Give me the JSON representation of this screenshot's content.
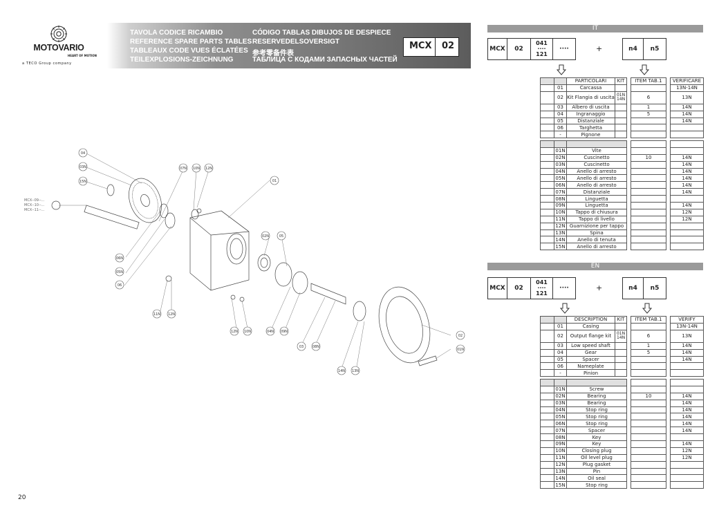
{
  "logo": {
    "name": "MOTOVARIO",
    "tagline": "HEART OF MOTION",
    "company": "a TECO Group company"
  },
  "header": {
    "lines_left": [
      "TAVOLA CODICE RICAMBIO",
      "REFERENCE SPARE PARTS TABLES",
      "TABLEAUX CODE VUES ÉCLATÉES",
      "TEILEXPLOSIONS-ZEICHNUNG"
    ],
    "lines_right": [
      "CÓDIGO TABLAS DIBUJOS DE DESPIECE",
      "RESERVEDELSOVERSIGT",
      "参考零备件表",
      "ТАБЛИЦА С КОДАМИ ЗАПАСНЫХ ЧАСТЕЙ"
    ],
    "code_a": "MCX",
    "code_b": "02"
  },
  "code_row": {
    "a": "MCX",
    "b": "02",
    "c_top": "041",
    "c_mid": "····",
    "c_bot": "121",
    "d": "····",
    "plus": "+",
    "e": "n4",
    "f": "n5"
  },
  "it": {
    "lang": "IT",
    "headers": {
      "part": "PARTICOLARI",
      "kit": "KIT",
      "item": "ITEM TAB.1",
      "verify": "VERIFICARE"
    },
    "rows1": [
      {
        "no": "01",
        "part": "Carcassa",
        "kit": "",
        "item": "",
        "verify": "13N-14N"
      },
      {
        "no": "02",
        "part": "Kit Flangia di uscita",
        "kit": "01N\n14N",
        "item": "6",
        "verify": "13N"
      },
      {
        "no": "03",
        "part": "Albero di uscita",
        "kit": "",
        "item": "1",
        "verify": "14N"
      },
      {
        "no": "04",
        "part": "Ingranaggio",
        "kit": "",
        "item": "5",
        "verify": "14N"
      },
      {
        "no": "05",
        "part": "Distanziale",
        "kit": "",
        "item": "",
        "verify": "14N"
      },
      {
        "no": "06",
        "part": "Targhetta",
        "kit": "",
        "item": "",
        "verify": ""
      },
      {
        "no": "-",
        "part": "Pignone",
        "kit": "",
        "item": "",
        "verify": ""
      }
    ],
    "rows2": [
      {
        "no": "01N",
        "part": "Vite",
        "item": "",
        "verify": ""
      },
      {
        "no": "02N",
        "part": "Cuscinetto",
        "item": "10",
        "verify": "14N"
      },
      {
        "no": "03N",
        "part": "Cuscinetto",
        "item": "",
        "verify": "14N"
      },
      {
        "no": "04N",
        "part": "Anello di arresto",
        "item": "",
        "verify": "14N"
      },
      {
        "no": "05N",
        "part": "Anello di arresto",
        "item": "",
        "verify": "14N"
      },
      {
        "no": "06N",
        "part": "Anello di arresto",
        "item": "",
        "verify": "14N"
      },
      {
        "no": "07N",
        "part": "Distanziale",
        "item": "",
        "verify": "14N"
      },
      {
        "no": "08N",
        "part": "Linguetta",
        "item": "",
        "verify": ""
      },
      {
        "no": "09N",
        "part": "Linguetta",
        "item": "",
        "verify": "14N"
      },
      {
        "no": "10N",
        "part": "Tappo di chiusura",
        "item": "",
        "verify": "12N"
      },
      {
        "no": "11N",
        "part": "Tappo di livello",
        "item": "",
        "verify": "12N"
      },
      {
        "no": "12N",
        "part": "Guarnizione per tappo",
        "item": "",
        "verify": ""
      },
      {
        "no": "13N",
        "part": "Spina",
        "item": "",
        "verify": ""
      },
      {
        "no": "14N",
        "part": "Anello di tenuta",
        "item": "",
        "verify": ""
      },
      {
        "no": "15N",
        "part": "Anello di arresto",
        "item": "",
        "verify": ""
      }
    ]
  },
  "en": {
    "lang": "EN",
    "headers": {
      "part": "DESCRIPTION",
      "kit": "KIT",
      "item": "ITEM TAB.1",
      "verify": "VERIFY"
    },
    "rows1": [
      {
        "no": "01",
        "part": "Casing",
        "kit": "",
        "item": "",
        "verify": "13N-14N"
      },
      {
        "no": "02",
        "part": "Output flange kit",
        "kit": "01N\n14N",
        "item": "6",
        "verify": "13N"
      },
      {
        "no": "03",
        "part": "Low speed shaft",
        "kit": "",
        "item": "1",
        "verify": "14N"
      },
      {
        "no": "04",
        "part": "Gear",
        "kit": "",
        "item": "5",
        "verify": "14N"
      },
      {
        "no": "05",
        "part": "Spacer",
        "kit": "",
        "item": "",
        "verify": "14N"
      },
      {
        "no": "06",
        "part": "Nameplate",
        "kit": "",
        "item": "",
        "verify": ""
      },
      {
        "no": "-",
        "part": "Pinion",
        "kit": "",
        "item": "",
        "verify": ""
      }
    ],
    "rows2": [
      {
        "no": "01N",
        "part": "Screw",
        "item": "",
        "verify": ""
      },
      {
        "no": "02N",
        "part": "Bearing",
        "item": "10",
        "verify": "14N"
      },
      {
        "no": "03N",
        "part": "Bearing",
        "item": "",
        "verify": "14N"
      },
      {
        "no": "04N",
        "part": "Stop ring",
        "item": "",
        "verify": "14N"
      },
      {
        "no": "05N",
        "part": "Stop ring",
        "item": "",
        "verify": "14N"
      },
      {
        "no": "06N",
        "part": "Stop ring",
        "item": "",
        "verify": "14N"
      },
      {
        "no": "07N",
        "part": "Spacer",
        "item": "",
        "verify": "14N"
      },
      {
        "no": "08N",
        "part": "Key",
        "item": "",
        "verify": ""
      },
      {
        "no": "09N",
        "part": "Key",
        "item": "",
        "verify": "14N"
      },
      {
        "no": "10N",
        "part": "Closing plug",
        "item": "",
        "verify": "12N"
      },
      {
        "no": "11N",
        "part": "Oil level plug",
        "item": "",
        "verify": "12N"
      },
      {
        "no": "12N",
        "part": "Plug gasket",
        "item": "",
        "verify": ""
      },
      {
        "no": "13N",
        "part": "Pin",
        "item": "",
        "verify": ""
      },
      {
        "no": "14N",
        "part": "Oil seal",
        "item": "",
        "verify": ""
      },
      {
        "no": "15N",
        "part": "Stop ring",
        "item": "",
        "verify": ""
      }
    ]
  },
  "diagram": {
    "callouts": [
      "04",
      "03N",
      "15N",
      "07N",
      "10N",
      "12N",
      "01",
      "02N",
      "05",
      "06N",
      "05N",
      "06",
      "11N",
      "12N",
      "12N",
      "10N",
      "04N",
      "09N",
      "03",
      "08N",
      "14N",
      "13N",
      "02",
      "01N"
    ],
    "ref_lines": [
      "MCX--09--...",
      "MCX--10--...",
      "MCX--11--..."
    ]
  },
  "page": {
    "number": "20"
  }
}
